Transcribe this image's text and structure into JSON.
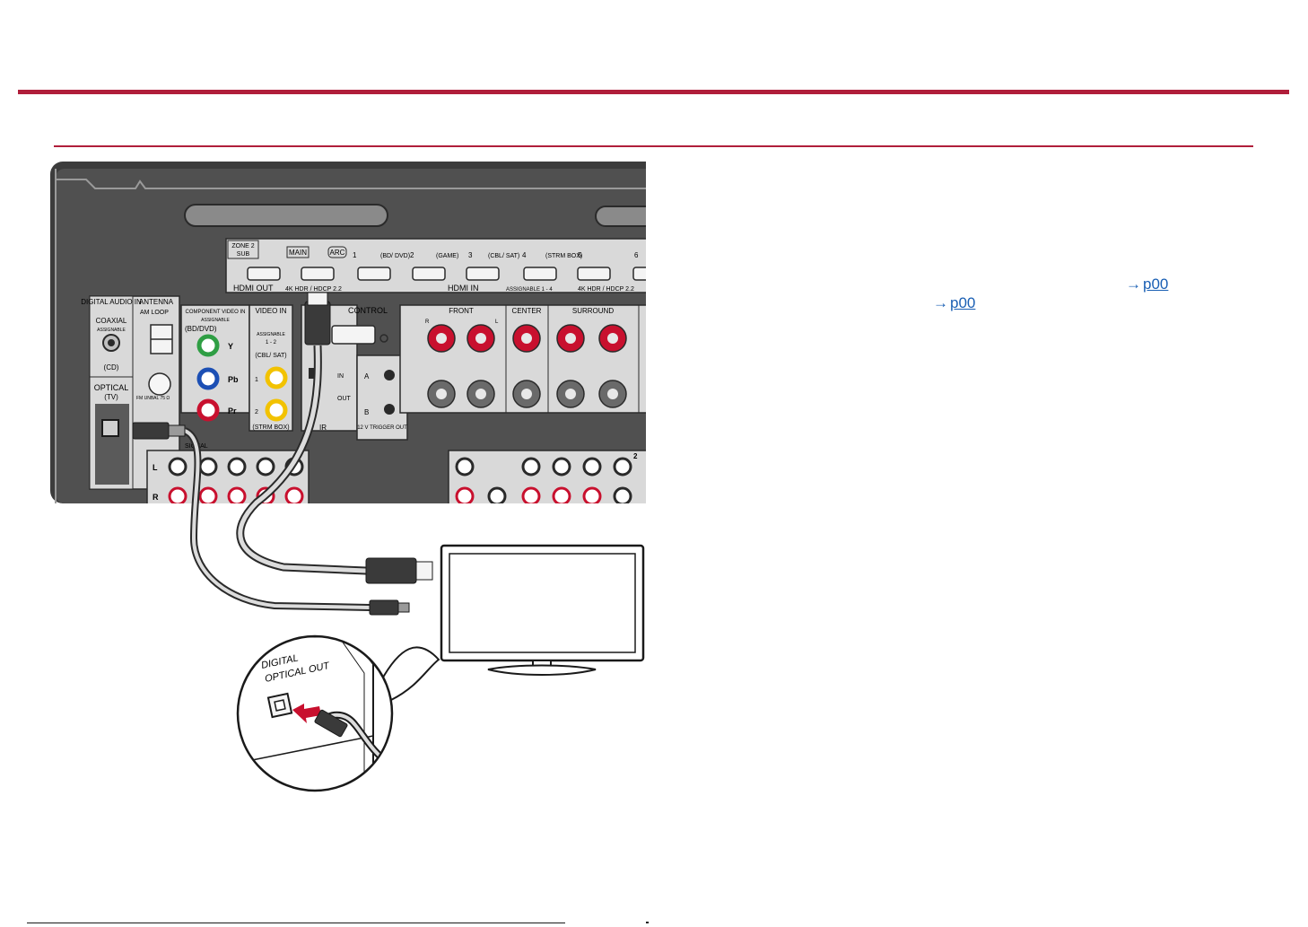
{
  "panel": {
    "zone2_label": "ZONE 2",
    "sub_label": "SUB",
    "main_label": "MAIN",
    "arc_label": "ARC",
    "hdmi_out_label": "HDMI OUT",
    "hdr_label": "4K HDR / HDCP 2.2",
    "hdmi_in_label": "HDMI IN",
    "assignable_range": "ASSIGNABLE 1 - 4",
    "hdmi_inputs": [
      {
        "num": "1",
        "name": ""
      },
      {
        "num": "2",
        "name": "(BD/ DVD)"
      },
      {
        "num": "3",
        "name": "(GAME)"
      },
      {
        "num": "4",
        "name": "(CBL/ SAT)"
      },
      {
        "num": "5",
        "name": "(STRM BOX)"
      },
      {
        "num": "6",
        "name": ""
      }
    ],
    "digital_audio_in": "DIGITAL AUDIO IN",
    "antenna": "ANTENNA",
    "coaxial": "COAXIAL",
    "assignable": "ASSIGNABLE",
    "cd": "(CD)",
    "optical": "OPTICAL",
    "tv": "(TV)",
    "am_loop": "AM LOOP",
    "fm_unbal": "FM UNBAL 75 Ω",
    "component_video_in": "COMPONENT VIDEO IN",
    "bd_dvd": "(BD/DVD)",
    "y": "Y",
    "pb": "Pb",
    "pr": "Pr",
    "video_in": "VIDEO IN",
    "assignable_1_2": "1 - 2",
    "cbl_sat": "(CBL/ SAT)",
    "strm_box": "(STRM BOX)",
    "video_1": "1",
    "video_2": "2",
    "control": "CONTROL",
    "in": "IN",
    "out": "OUT",
    "ir": "IR",
    "a": "A",
    "b": "B",
    "trigger_out": "12 V TRIGGER OUT",
    "front": "FRONT",
    "center": "CENTER",
    "surround": "SURROUND",
    "r": "R",
    "l": "L",
    "signal": "SIGNAL",
    "zone2_num": "2"
  },
  "callout": {
    "line1": "DIGITAL",
    "line2": "OPTICAL OUT"
  },
  "links": [
    {
      "arrow": "→",
      "text": "p00"
    },
    {
      "arrow": "→",
      "text": "p00"
    }
  ],
  "colors": {
    "accent": "#b01e3a",
    "link": "#1a5fb4",
    "panel": "#4a4a4a",
    "speaker_red": "#c8102e"
  }
}
